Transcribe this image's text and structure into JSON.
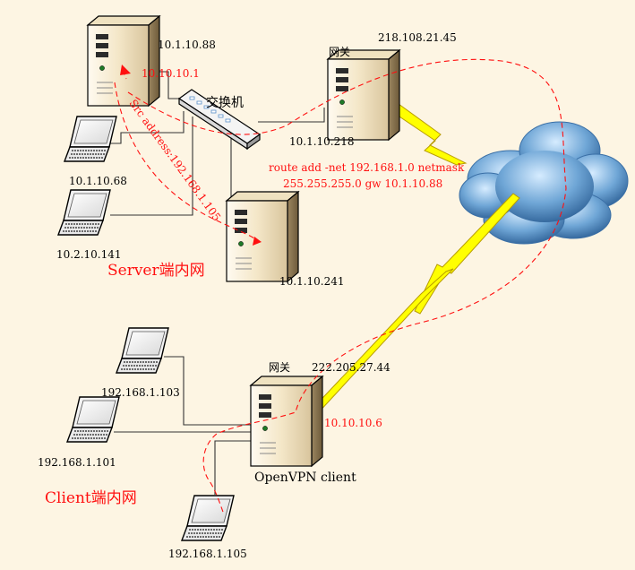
{
  "servers": {
    "top": {
      "ip": "10.1.10.88",
      "ip2": "10.10.10.1"
    },
    "gateway": {
      "name": "网关",
      "ip_public": "218.108.21.45",
      "ip_lan": "10.1.10.218"
    },
    "bottom": {
      "ip": "10.1.10.241"
    },
    "client": {
      "name": "网关",
      "ip_public": "222.205.27.44",
      "ip_tun": "10.10.10.6",
      "label": "OpenVPN client"
    }
  },
  "switch": {
    "label": "交换机"
  },
  "route": {
    "line1": "route add -net 192.168.1.0 netmask",
    "line2": "255.255.255.0 gw 10.1.10.88"
  },
  "src_address": "Src address:192.168.1.105",
  "laptops": {
    "server_a": "10.1.10.68",
    "server_b": "10.2.10.141",
    "client_a": "192.168.1.103",
    "client_b": "192.168.1.101",
    "client_c": "192.168.1.105"
  },
  "zones": {
    "server": "Server端内网",
    "client": "Client端内网"
  },
  "colors": {
    "background": "#fdf5e3",
    "accent_red": "#ff1010",
    "bolt": "#ffff00",
    "cloud": "#6fa6d6"
  },
  "icons": [
    "server-icon",
    "laptop-icon",
    "switch-icon",
    "cloud-icon",
    "lightning-icon"
  ]
}
